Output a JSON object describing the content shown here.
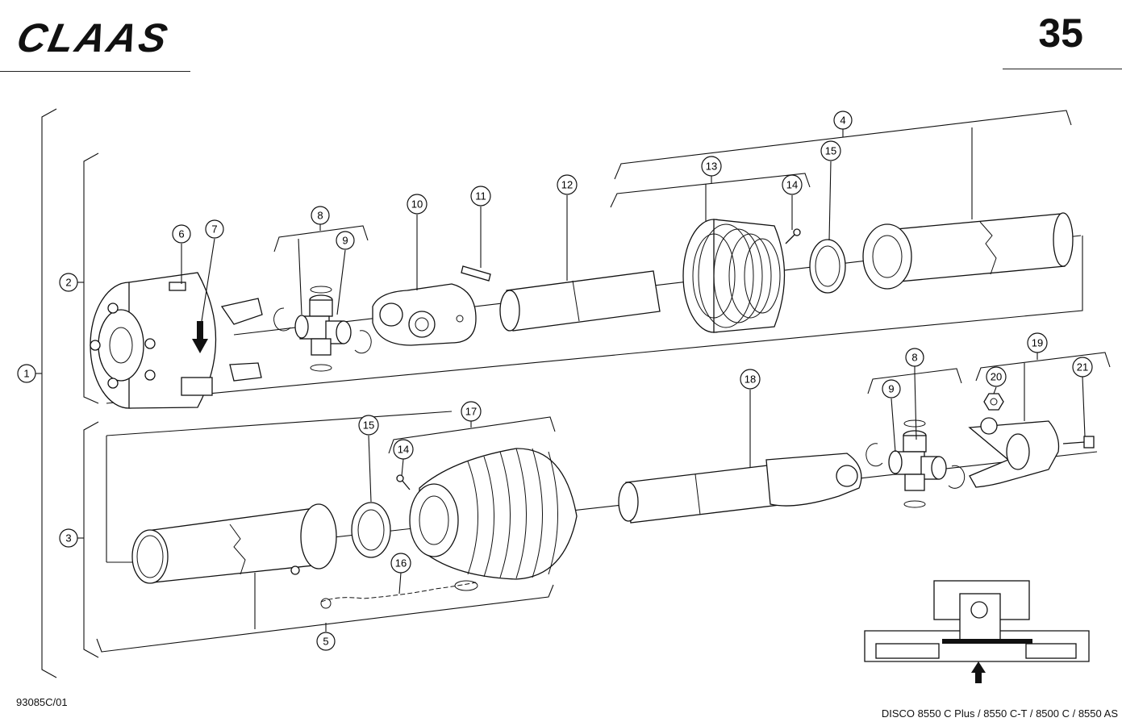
{
  "header": {
    "brand": "CLAAS",
    "page_number": "35"
  },
  "footer": {
    "drawing_code": "93085C/01",
    "models": "DISCO 8550 C Plus / 8550 C-T / 8500 C / 8550 AS"
  },
  "callouts": [
    {
      "id": "c1",
      "label": "1"
    },
    {
      "id": "c2",
      "label": "2"
    },
    {
      "id": "c3",
      "label": "3"
    },
    {
      "id": "c4",
      "label": "4"
    },
    {
      "id": "c5",
      "label": "5"
    },
    {
      "id": "c6",
      "label": "6"
    },
    {
      "id": "c7",
      "label": "7"
    },
    {
      "id": "c8a",
      "label": "8"
    },
    {
      "id": "c9a",
      "label": "9"
    },
    {
      "id": "c10",
      "label": "10"
    },
    {
      "id": "c11",
      "label": "11"
    },
    {
      "id": "c12",
      "label": "12"
    },
    {
      "id": "c13",
      "label": "13"
    },
    {
      "id": "c14a",
      "label": "14"
    },
    {
      "id": "c15a",
      "label": "15"
    },
    {
      "id": "c15b",
      "label": "15"
    },
    {
      "id": "c14b",
      "label": "14"
    },
    {
      "id": "c17",
      "label": "17"
    },
    {
      "id": "c16",
      "label": "16"
    },
    {
      "id": "c18",
      "label": "18"
    },
    {
      "id": "c8b",
      "label": "8"
    },
    {
      "id": "c9b",
      "label": "9"
    },
    {
      "id": "c19",
      "label": "19"
    },
    {
      "id": "c20",
      "label": "20"
    },
    {
      "id": "c21",
      "label": "21"
    }
  ]
}
